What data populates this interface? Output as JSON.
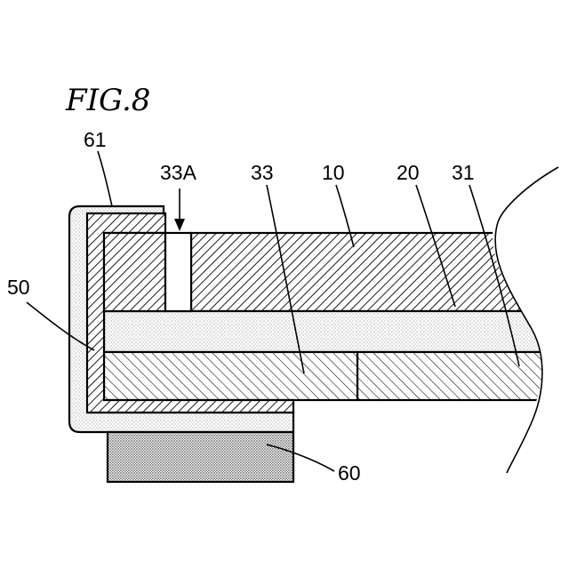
{
  "figure": {
    "title": "FIG.8",
    "labels": {
      "l61": "61",
      "l33A": "33A",
      "l33": "33",
      "l10": "10",
      "l20": "20",
      "l31": "31",
      "l50": "50",
      "l60": "60"
    }
  }
}
